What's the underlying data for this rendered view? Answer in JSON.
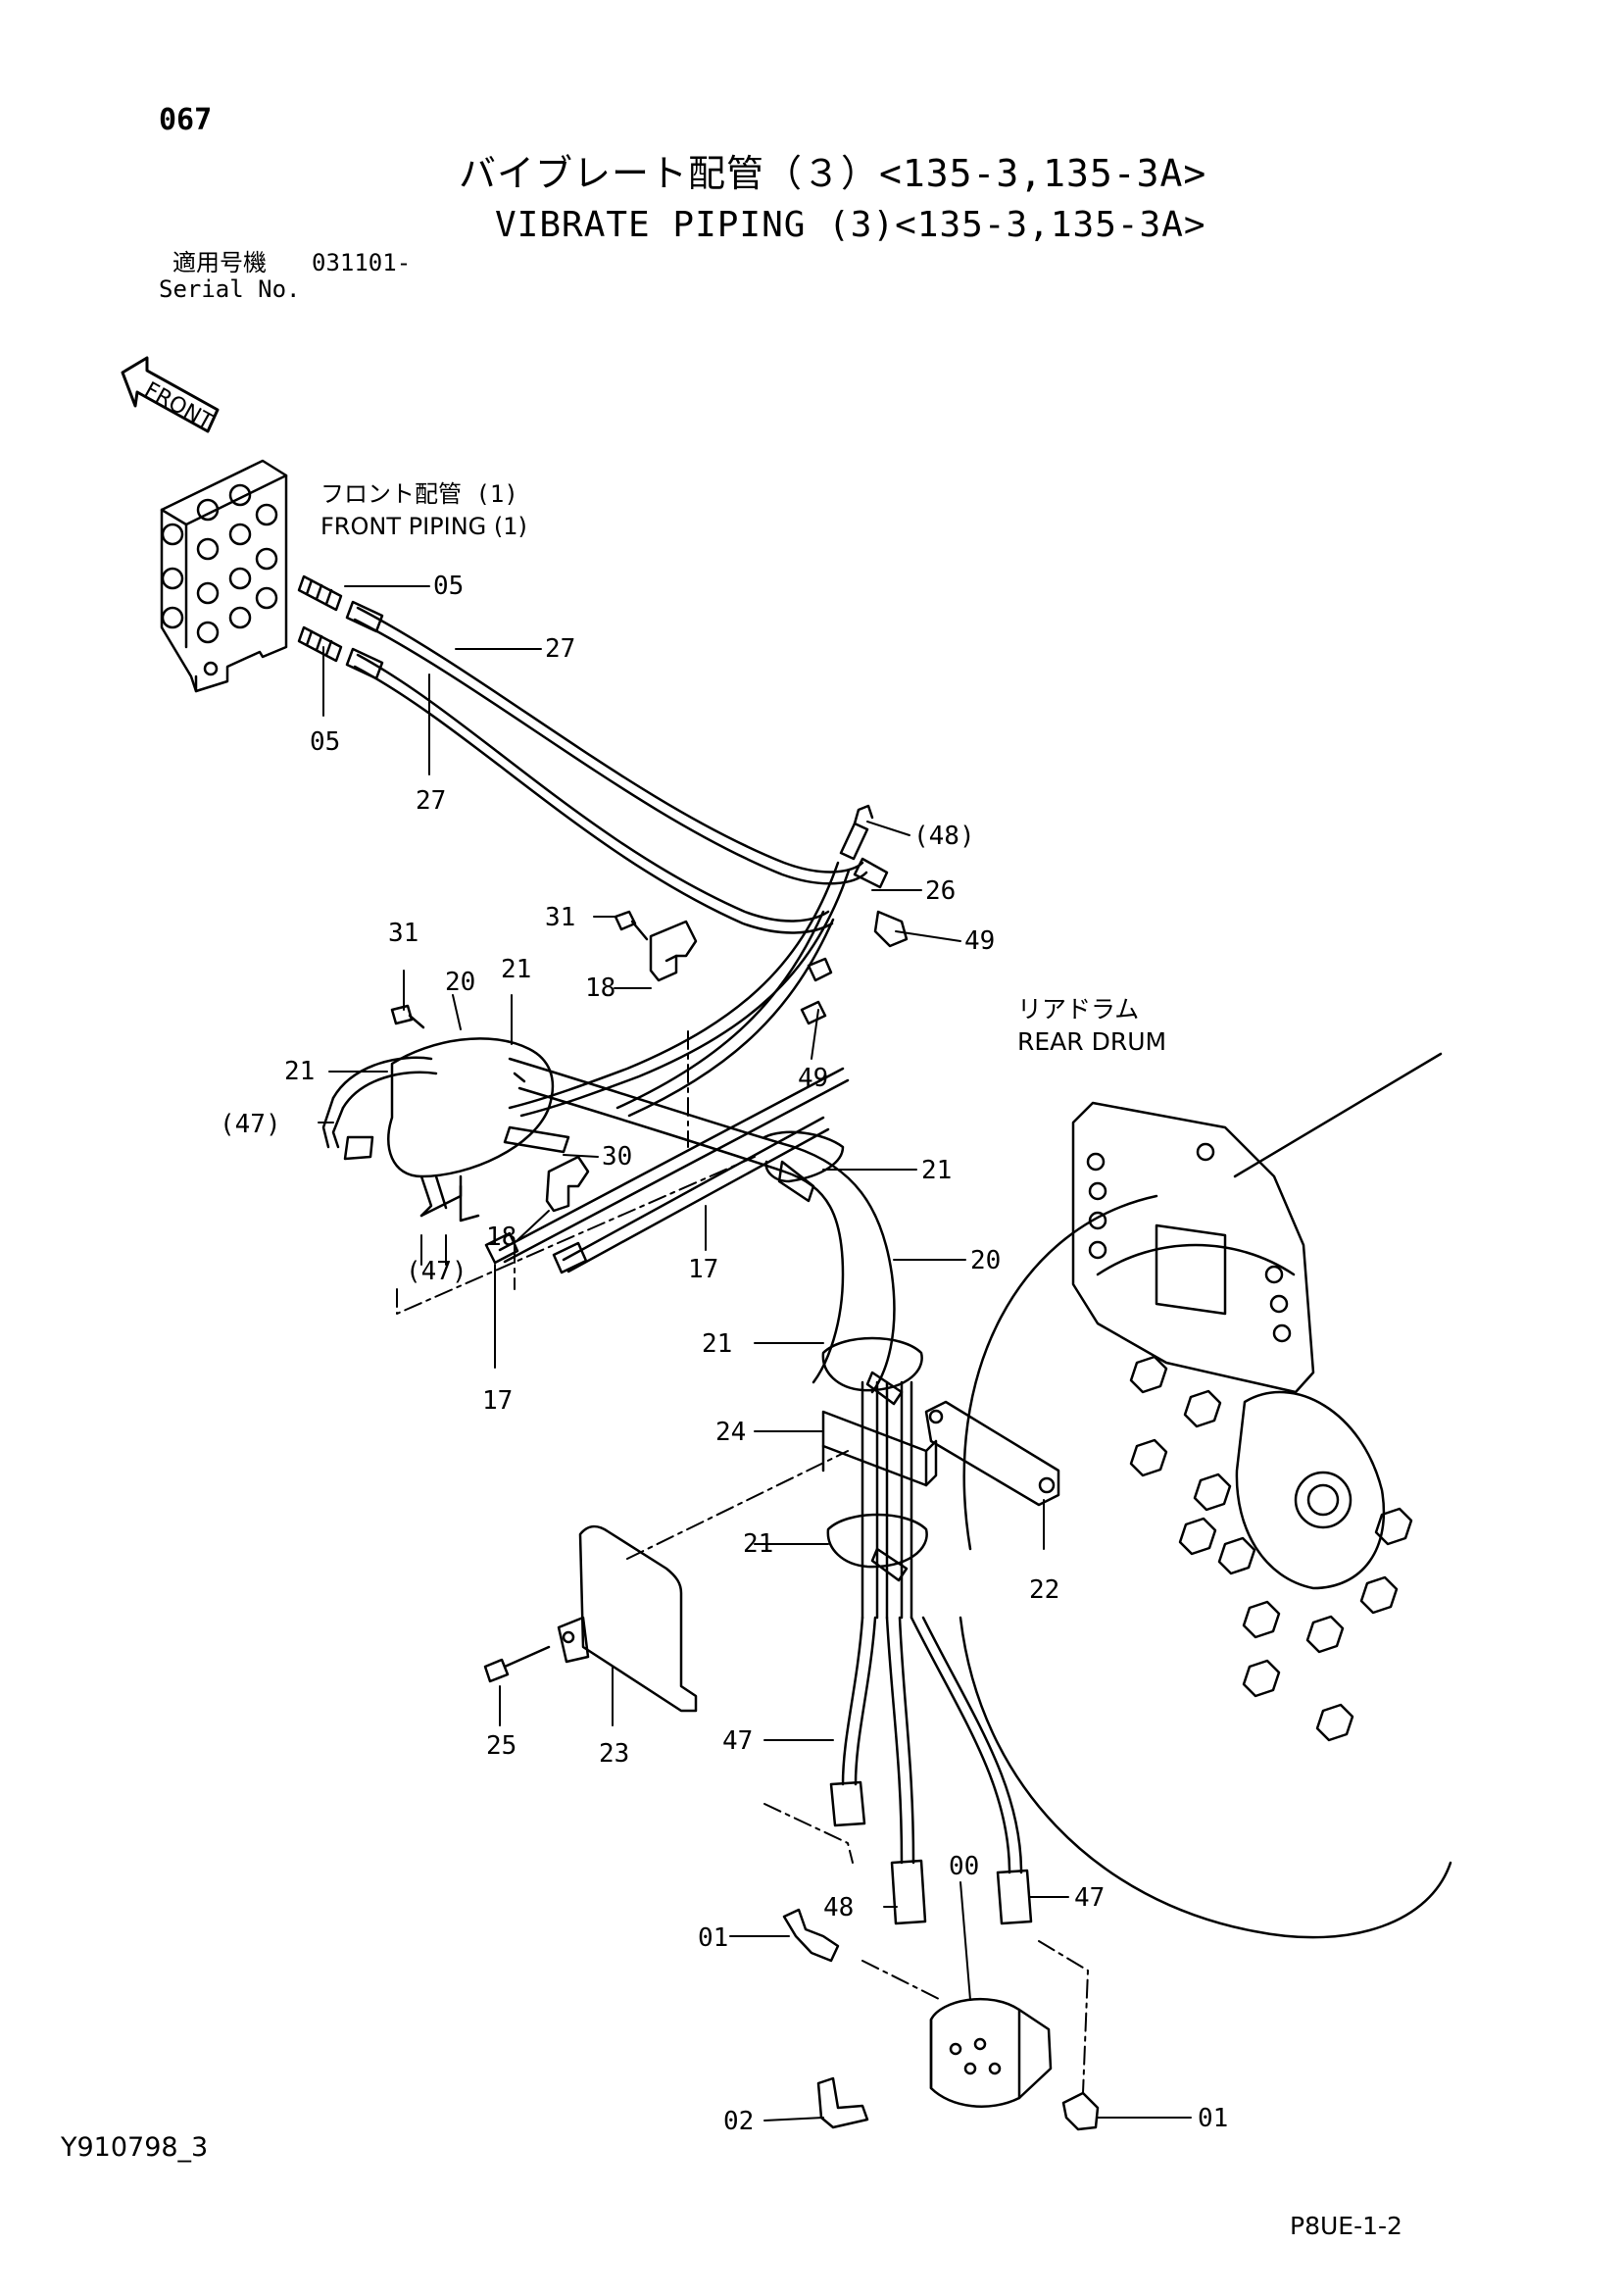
{
  "page_number": "067",
  "title_jp": "バイブレート配管（３）<135-3,135-3A>",
  "title_en": "VIBRATE PIPING (3)<135-3,135-3A>",
  "serial": {
    "label_jp": "適用号機",
    "label_en": "Serial No.",
    "value": "031101-"
  },
  "front_arrow_label": "FRONT",
  "front_piping": {
    "label_jp": "フロント配管 (1)",
    "label_en": "FRONT PIPING (1)"
  },
  "rear_drum": {
    "label_jp": "リアドラム",
    "label_en": "REAR DRUM"
  },
  "callouts": [
    {
      "id": "c05a",
      "text": "05"
    },
    {
      "id": "c27a",
      "text": "27"
    },
    {
      "id": "c05b",
      "text": "05"
    },
    {
      "id": "c27b",
      "text": "27"
    },
    {
      "id": "c48a",
      "text": "(48)"
    },
    {
      "id": "c26",
      "text": "26"
    },
    {
      "id": "c49a",
      "text": "49"
    },
    {
      "id": "c31a",
      "text": "31"
    },
    {
      "id": "c31b",
      "text": "31"
    },
    {
      "id": "c18a",
      "text": "18"
    },
    {
      "id": "c20a",
      "text": "20"
    },
    {
      "id": "c21a",
      "text": "21"
    },
    {
      "id": "c21b",
      "text": "21"
    },
    {
      "id": "c49b",
      "text": "49"
    },
    {
      "id": "c47a",
      "text": "(47)"
    },
    {
      "id": "c30",
      "text": "30"
    },
    {
      "id": "c21c",
      "text": "21"
    },
    {
      "id": "c18b",
      "text": "18"
    },
    {
      "id": "c47b",
      "text": "(47)"
    },
    {
      "id": "c17a",
      "text": "17"
    },
    {
      "id": "c20b",
      "text": "20"
    },
    {
      "id": "c17b",
      "text": "17"
    },
    {
      "id": "c21d",
      "text": "21"
    },
    {
      "id": "c24",
      "text": "24"
    },
    {
      "id": "c21e",
      "text": "21"
    },
    {
      "id": "c22",
      "text": "22"
    },
    {
      "id": "c25",
      "text": "25"
    },
    {
      "id": "c23",
      "text": "23"
    },
    {
      "id": "c47c",
      "text": "47"
    },
    {
      "id": "c48b",
      "text": "48"
    },
    {
      "id": "c00",
      "text": "00"
    },
    {
      "id": "c47d",
      "text": "47"
    },
    {
      "id": "c01a",
      "text": "01"
    },
    {
      "id": "c02",
      "text": "02"
    },
    {
      "id": "c01b",
      "text": "01"
    }
  ],
  "document_id": "Y910798_3",
  "figure_code": "P8UE-1-2"
}
